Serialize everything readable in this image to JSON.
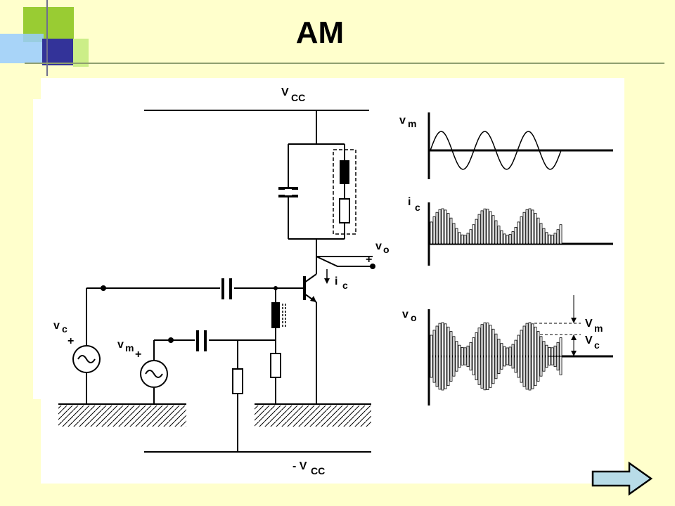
{
  "slide": {
    "title": "AM",
    "next_button_label": "next-arrow"
  },
  "circuit": {
    "vcc_top": "V",
    "vcc_top_sub": "CC",
    "vcc_bottom": "- V",
    "vcc_bottom_sub": "CC",
    "vc_label": "v",
    "vc_sub": "c",
    "vm_label": "v",
    "vm_sub": "m",
    "vo_label": "v",
    "vo_sub": "o",
    "ic_label": "i",
    "ic_sub": "c",
    "plus": "+"
  },
  "waveforms": {
    "vm_label": "v",
    "vm_sub": "m",
    "ic_label": "i",
    "ic_sub": "c",
    "vo_label": "v",
    "vo_sub": "o",
    "vm_amp_label": "V",
    "vm_amp_sub": "m",
    "vc_amp_label": "V",
    "vc_amp_sub": "c"
  },
  "colors": {
    "background": "#ffffcc",
    "deco_green": "#99cc33",
    "deco_blue": "#333399",
    "deco_lightblue": "#99ccff",
    "arrow_fill": "#b8dce8"
  }
}
